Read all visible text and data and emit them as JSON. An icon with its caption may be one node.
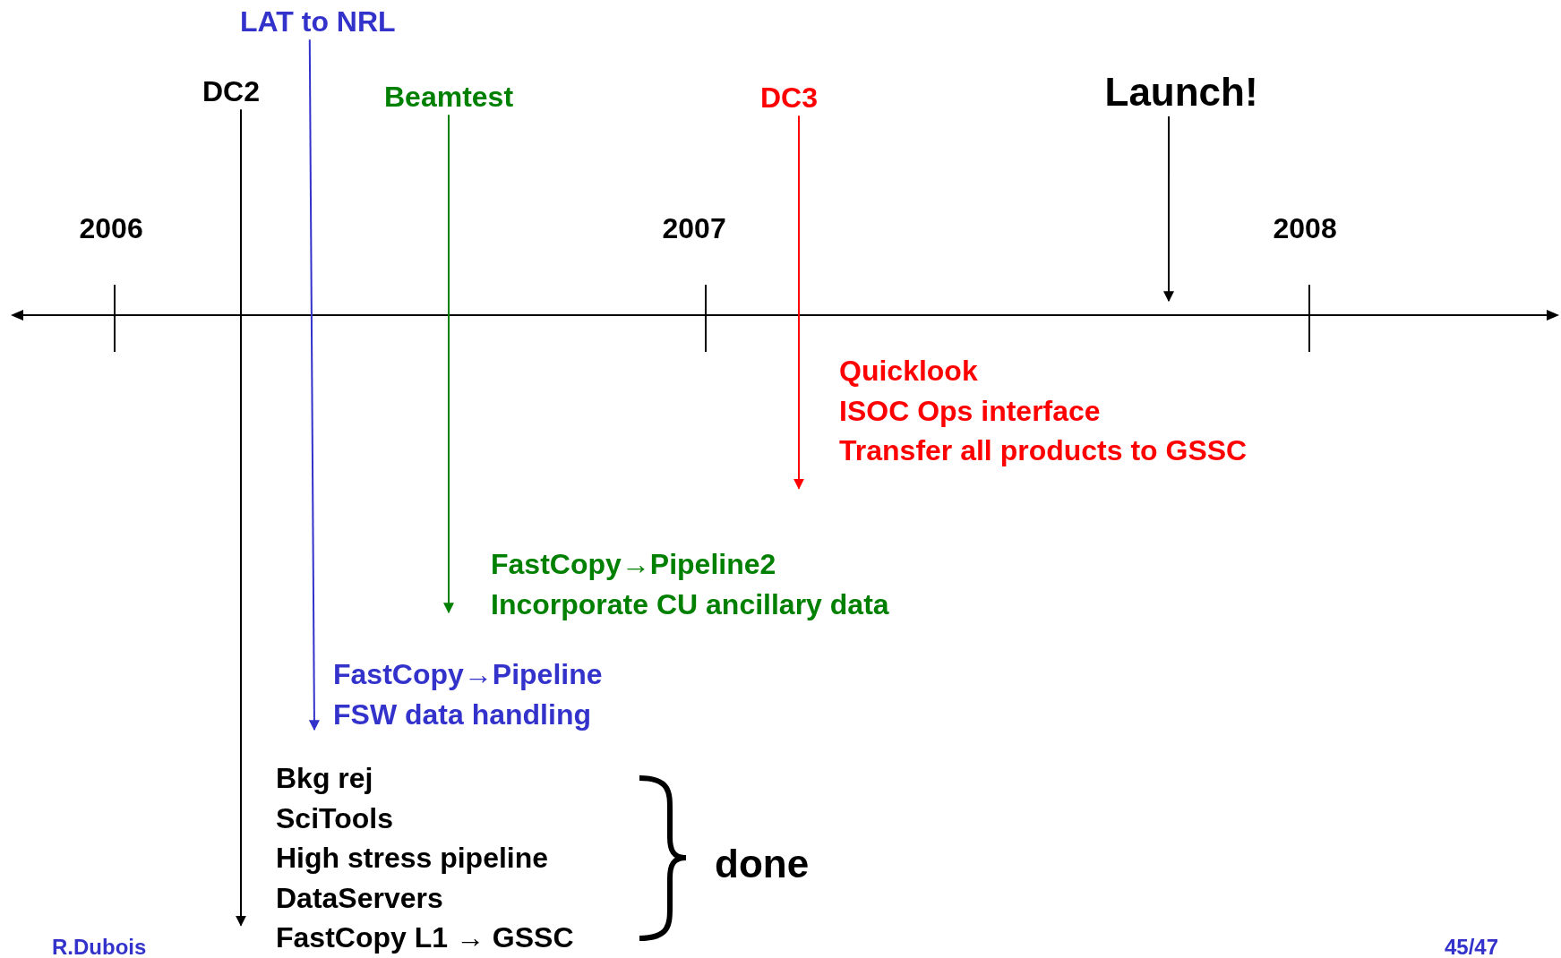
{
  "diagram": {
    "nodes": [
      {
        "text": [
          "DC2"
        ]
      },
      {
        "text": [
          "LAT to NRL"
        ]
      },
      {
        "text": [
          "Beamtest"
        ]
      },
      {
        "text": [
          "DC3"
        ]
      },
      {
        "text": [
          "Launch!"
        ]
      },
      {
        "text": [
          "Quicklook",
          "ISOC Ops interface",
          "Transfer all products to GSSC"
        ]
      },
      {
        "text": [
          "FastCopy→Pipeline2",
          "Incorporate CU ancillary data"
        ]
      },
      {
        "text": [
          "FastCopy→Pipeline",
          "FSW data handling"
        ]
      },
      {
        "text": [
          "Bkg rej",
          "SciTools",
          "High stress pipeline",
          "DataServers",
          "FastCopy L1 → GSSC"
        ]
      }
    ],
    "edges": [
      {
        "from": 0,
        "to": 8,
        "arrow": "to"
      },
      {
        "from": 1,
        "to": 7,
        "arrow": "to",
        "color": "#3333cc"
      },
      {
        "from": 2,
        "to": 6,
        "arrow": "to",
        "color": "#008000"
      },
      {
        "from": 3,
        "to": 5,
        "arrow": "to",
        "color": "#ff0000"
      },
      {
        "from": 4,
        "to": null,
        "arrow": "to"
      }
    ],
    "labels": [
      "2006",
      "2007",
      "2008",
      "done",
      "R.Dubois",
      "45/47"
    ]
  }
}
